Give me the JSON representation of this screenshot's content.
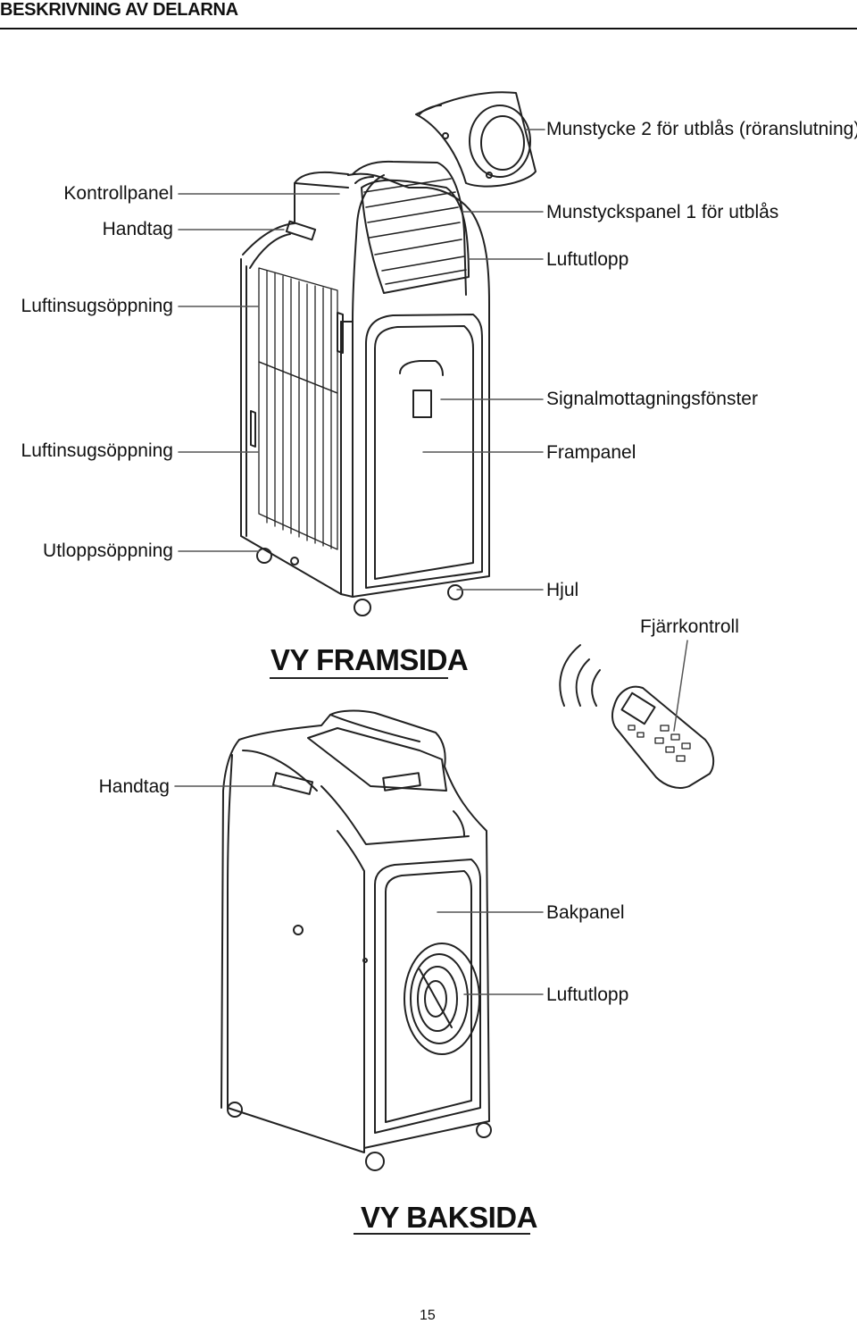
{
  "header": {
    "title": "BESKRIVNING AV DELARNA"
  },
  "front_view": {
    "title": "VY FRAMSIDA",
    "labels": {
      "nozzle2": "Munstycke 2 för utblås (röranslutning)",
      "control_panel": "Kontrollpanel",
      "handle": "Handtag",
      "nozzle_panel1": "Munstyckspanel 1 för utblås",
      "air_outlet": "Luftutlopp",
      "air_intake_upper": "Luftinsugsöppning",
      "signal_window": "Signalmottagningsfönster",
      "air_intake_lower": "Luftinsugsöppning",
      "front_panel": "Frampanel",
      "drain_outlet": "Utloppsöppning",
      "wheel": "Hjul",
      "remote": "Fjärrkontroll"
    }
  },
  "back_view": {
    "title": "VY BAKSIDA",
    "labels": {
      "handle": "Handtag",
      "back_panel": "Bakpanel",
      "air_outlet": "Luftutlopp"
    }
  },
  "footer": {
    "page_number": "15"
  }
}
